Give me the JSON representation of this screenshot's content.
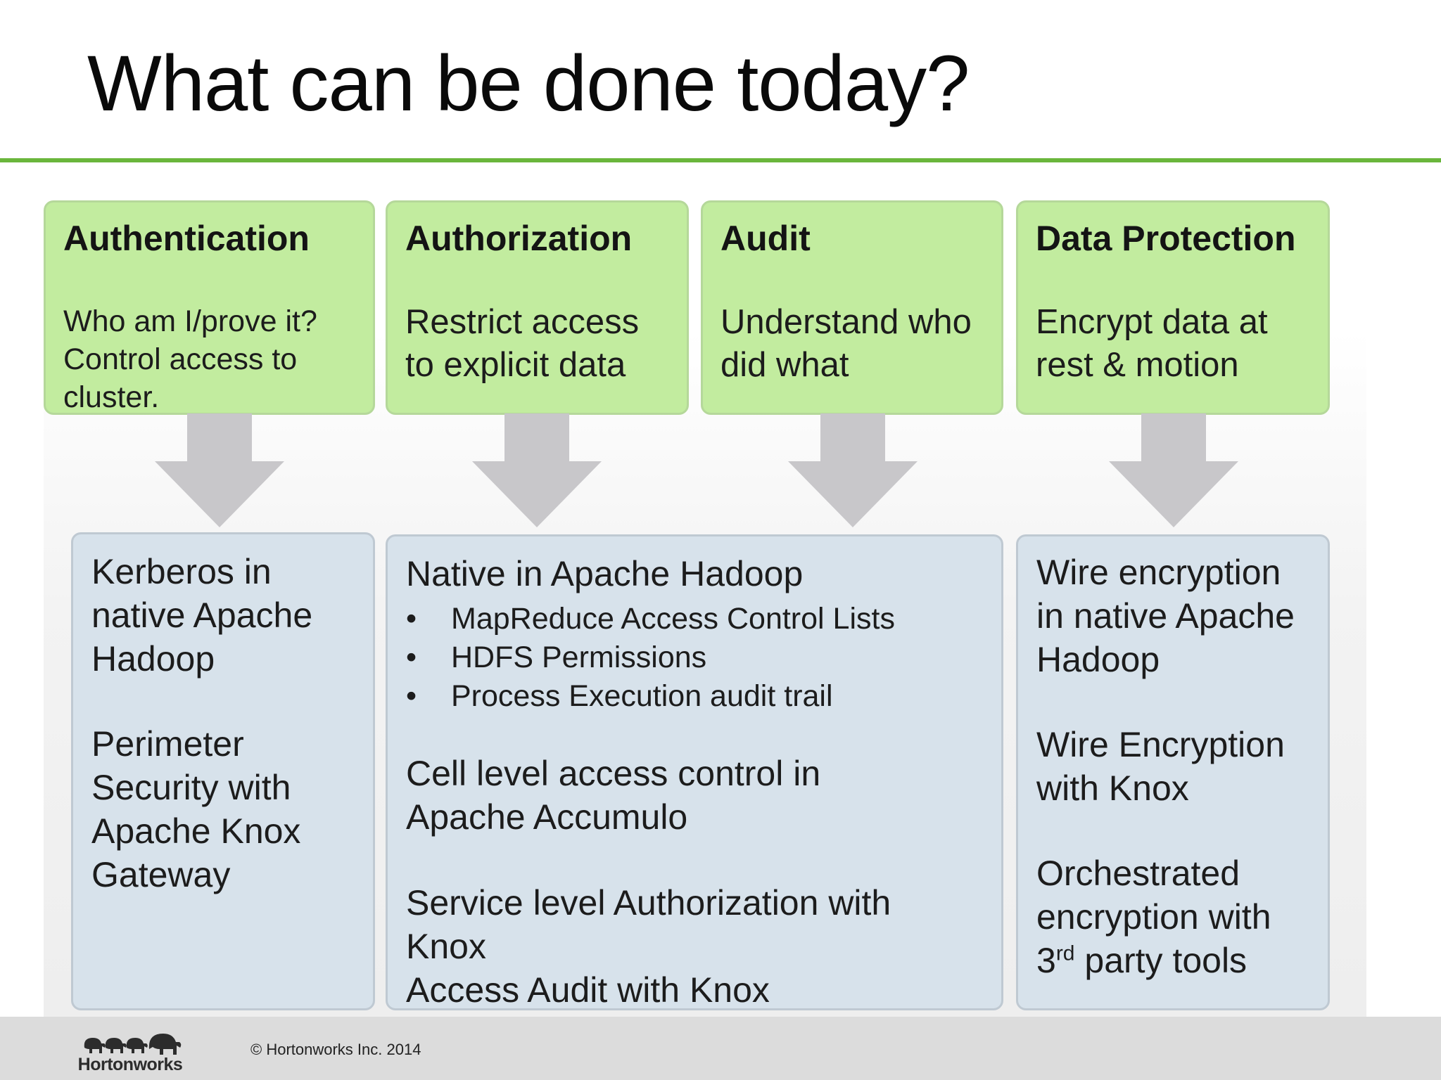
{
  "slide": {
    "title": "What can be done today?"
  },
  "pillars": [
    {
      "title": "Authentication",
      "desc": [
        "Who am I/prove it?",
        "Control access to",
        "cluster."
      ]
    },
    {
      "title": "Authorization",
      "desc": [
        "Restrict access",
        "to explicit data"
      ]
    },
    {
      "title": "Audit",
      "desc": [
        "Understand who",
        "did what"
      ]
    },
    {
      "title": "Data Protection",
      "desc": [
        "Encrypt data at",
        "rest & motion"
      ]
    }
  ],
  "solutions": {
    "authentication": {
      "p1": [
        "Kerberos in",
        "native Apache",
        "Hadoop"
      ],
      "p2": [
        "Perimeter",
        "Security with",
        "Apache Knox",
        "Gateway"
      ]
    },
    "authorization_audit": {
      "heading": "Native in Apache Hadoop",
      "bullets": [
        "MapReduce Access Control Lists",
        "HDFS Permissions",
        "Process Execution audit trail"
      ],
      "p2": [
        "Cell level access control in",
        "Apache Accumulo"
      ],
      "p3": [
        "Service level Authorization with",
        "Knox",
        "Access Audit with Knox"
      ]
    },
    "data_protection": {
      "p1": [
        "Wire encryption",
        "in native Apache",
        "Hadoop"
      ],
      "p2": [
        "Wire Encryption",
        "with Knox"
      ],
      "p3_line1": "Orchestrated",
      "p3_line2": "encryption with",
      "p3_num": "3",
      "p3_sup": "rd",
      "p3_rest": " party tools"
    }
  },
  "footer": {
    "logo_text": "Hortonworks",
    "copyright": "© Hortonworks Inc. 2014"
  },
  "colors": {
    "accent_rule": "#6ab63c",
    "green_box": "#c2ec9f",
    "blue_box": "#d7e2eb",
    "arrow": "#c8c7ca",
    "footer": "#dcdcdc"
  }
}
